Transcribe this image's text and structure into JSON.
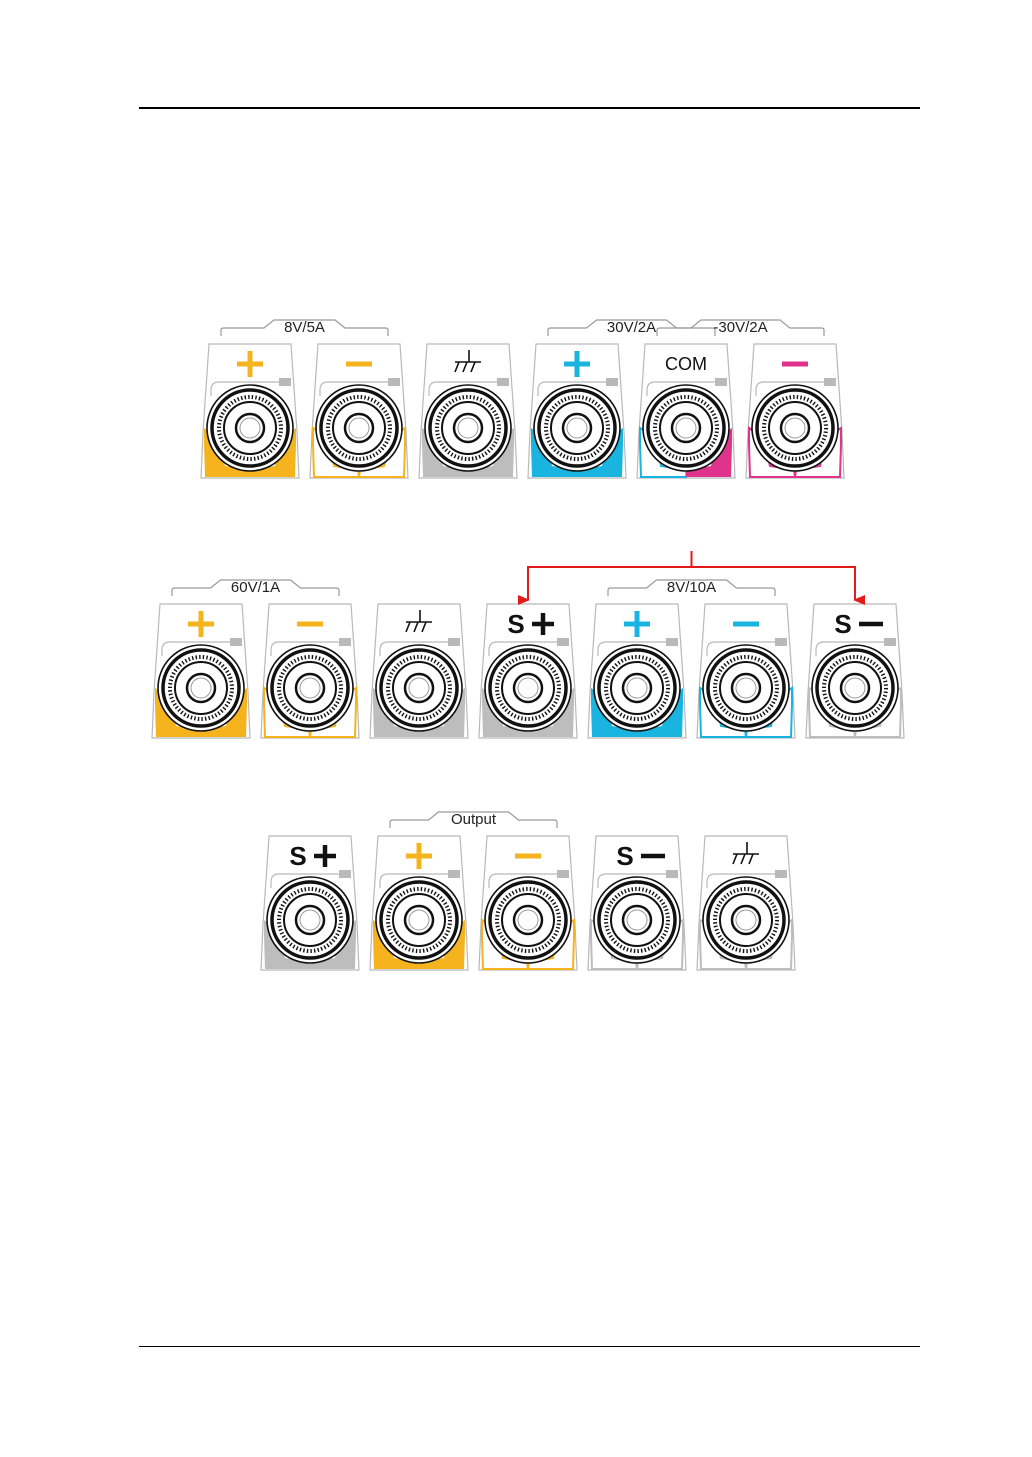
{
  "colors": {
    "yellow": "#F5B41E",
    "cyan": "#19B5E0",
    "magenta": "#E0338C",
    "gray": "#BDBDBD",
    "red": "#E31B1B"
  },
  "rows": [
    {
      "groups": [
        {
          "label": "8V/5A",
          "from": 0,
          "to": 1
        },
        {
          "label": "30V/2A",
          "from": 3,
          "to": 4
        },
        {
          "label": "-30V/2A",
          "from": 4,
          "to": 5
        }
      ],
      "terminals": [
        {
          "symbol": "plus-icon",
          "color": "yellow",
          "fill": "solid"
        },
        {
          "symbol": "minus-icon",
          "color": "yellow",
          "fill": "outline"
        },
        {
          "symbol": "ground-icon",
          "color": "gray",
          "fill": "solid"
        },
        {
          "symbol": "plus-icon",
          "color": "cyan",
          "fill": "solid"
        },
        {
          "symbol": "text",
          "text": "COM",
          "color": "cyan",
          "color2": "magenta",
          "fill": "split"
        },
        {
          "symbol": "minus-icon",
          "color": "magenta",
          "fill": "outline"
        }
      ]
    },
    {
      "groups": [
        {
          "label": "60V/1A",
          "from": 0,
          "to": 1
        },
        {
          "label": "8V/10A",
          "from": 4,
          "to": 5
        }
      ],
      "sense_arrow": {
        "from": 3,
        "to": 6
      },
      "terminals": [
        {
          "symbol": "plus-icon",
          "color": "yellow",
          "fill": "solid"
        },
        {
          "symbol": "minus-icon",
          "color": "yellow",
          "fill": "outline"
        },
        {
          "symbol": "ground-icon",
          "color": "gray",
          "fill": "solid"
        },
        {
          "symbol": "sense-plus-icon",
          "text": "S",
          "color": "gray",
          "fill": "solid"
        },
        {
          "symbol": "plus-icon",
          "color": "cyan",
          "fill": "solid"
        },
        {
          "symbol": "minus-icon",
          "color": "cyan",
          "fill": "outline"
        },
        {
          "symbol": "sense-minus-icon",
          "text": "S",
          "color": "gray",
          "fill": "outline"
        }
      ]
    },
    {
      "groups": [
        {
          "label": "Output",
          "from": 1,
          "to": 2
        }
      ],
      "terminals": [
        {
          "symbol": "sense-plus-icon",
          "text": "S",
          "color": "gray",
          "fill": "solid"
        },
        {
          "symbol": "plus-icon",
          "color": "yellow",
          "fill": "solid"
        },
        {
          "symbol": "minus-icon",
          "color": "yellow",
          "fill": "outline"
        },
        {
          "symbol": "sense-minus-icon",
          "text": "S",
          "color": "gray",
          "fill": "outline"
        },
        {
          "symbol": "ground-icon",
          "color": "gray",
          "fill": "outline"
        }
      ]
    }
  ]
}
